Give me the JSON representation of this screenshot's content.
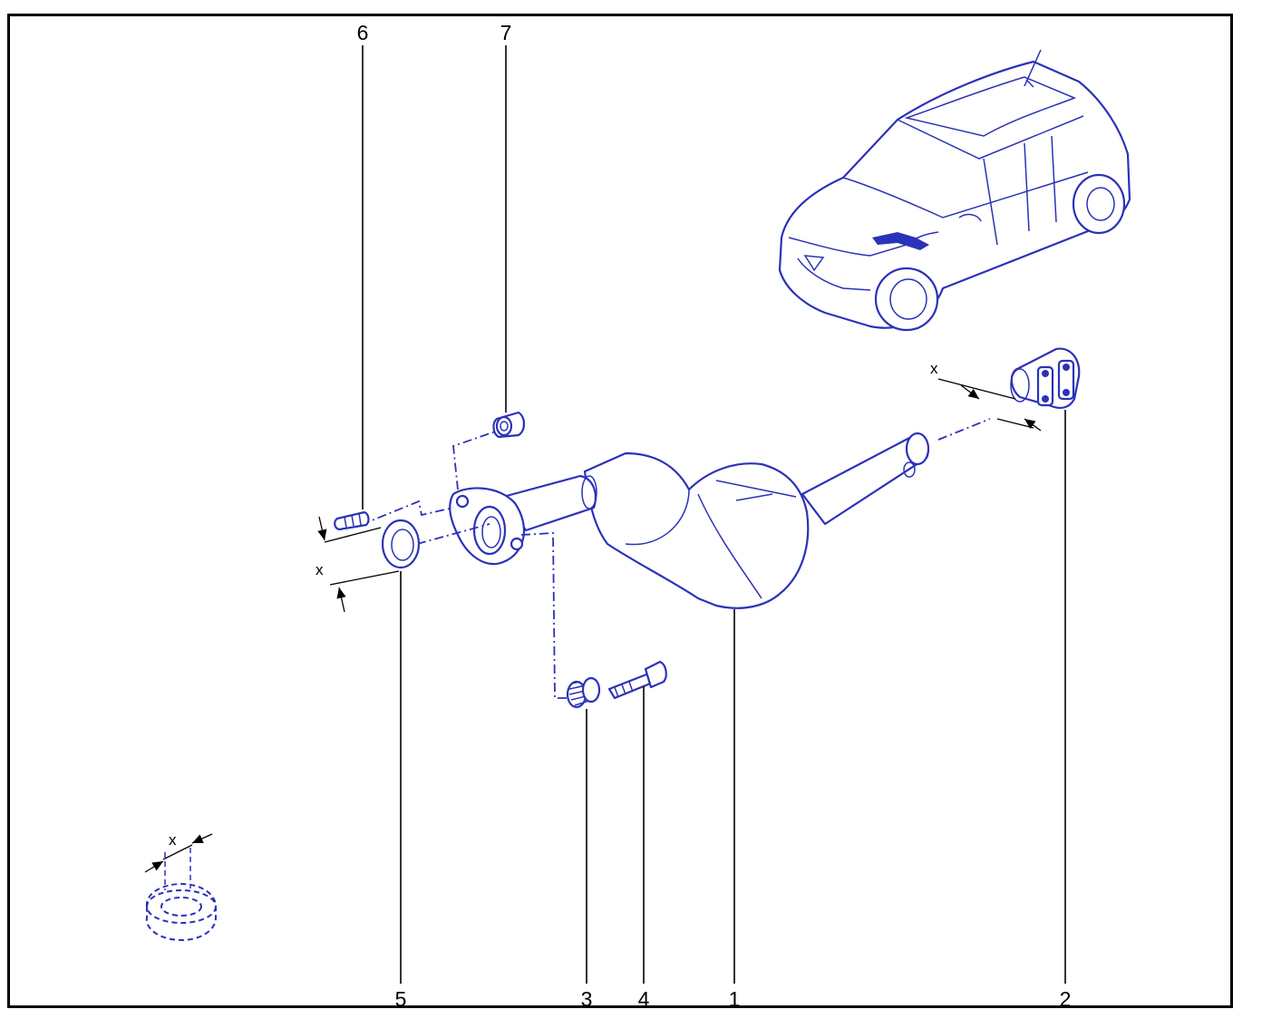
{
  "colors": {
    "line": "#2b32b8",
    "callout": "#000000",
    "background": "#ffffff"
  },
  "callouts": [
    {
      "id": "c6",
      "label": "6"
    },
    {
      "id": "c7",
      "label": "7"
    },
    {
      "id": "c5",
      "label": "5"
    },
    {
      "id": "c3",
      "label": "3"
    },
    {
      "id": "c4",
      "label": "4"
    },
    {
      "id": "c1",
      "label": "1"
    },
    {
      "id": "c2",
      "label": "2"
    }
  ],
  "dimensions": {
    "left": "x",
    "right": "x",
    "nut": "x"
  }
}
